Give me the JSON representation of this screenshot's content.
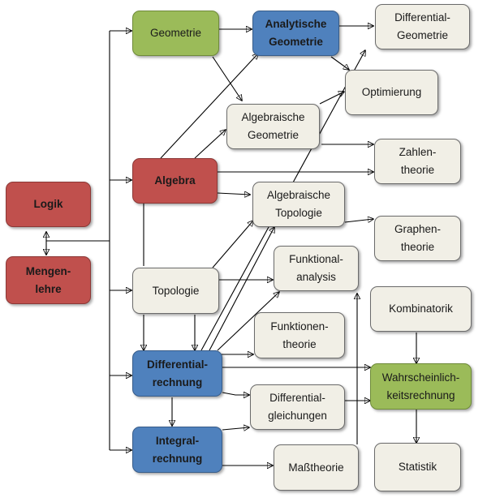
{
  "nodes": {
    "geometrie": "Geometrie",
    "analytische_geometrie": "Analytische\nGeometrie",
    "differential_geometrie": "Differential-\nGeometrie",
    "optimierung": "Optimierung",
    "algebraische_geometrie": "Algebraische\nGeometrie",
    "zahlentheorie": "Zahlen-\ntheorie",
    "algebra": "Algebra",
    "logik": "Logik",
    "algebraische_topologie": "Algebraische\nTopologie",
    "graphentheorie": "Graphen-\ntheorie",
    "mengenlehre": "Mengen-\nlehre",
    "funktionalanalysis": "Funktional-\nanalysis",
    "topologie": "Topologie",
    "kombinatorik": "Kombinatorik",
    "funktionentheorie": "Funktionen-\ntheorie",
    "differentialrechnung": "Differential-\nrechnung",
    "wahrscheinlichkeitsrechnung": "Wahrscheinlich-\nkeitsrechnung",
    "differentialgleichungen": "Differential-\ngleichungen",
    "integralrechnung": "Integral-\nrechnung",
    "masstheorie": "Maßtheorie",
    "statistik": "Statistik"
  },
  "colors": {
    "beige": "#f1efe6",
    "green": "#9bbb59",
    "red": "#c0504d",
    "blue": "#4f81bd"
  }
}
